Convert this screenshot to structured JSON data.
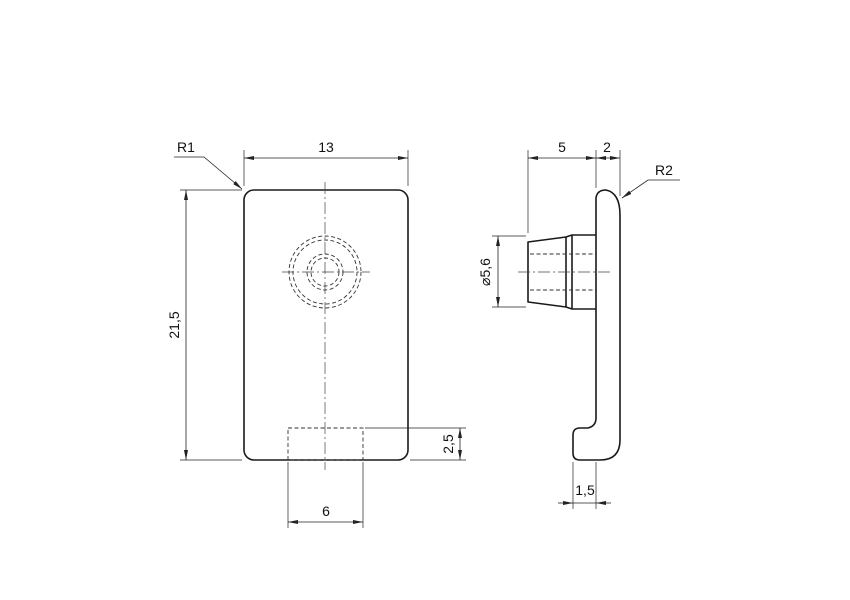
{
  "front_view": {
    "width": "13",
    "height": "21,5",
    "corner_radius": "R1",
    "slot_width": "6",
    "slot_depth": "2,5"
  },
  "side_view": {
    "pin_length": "5",
    "plate_thickness": "2",
    "edge_radius": "R2",
    "pin_diameter": "⌀5,6",
    "foot_width": "1,5"
  }
}
